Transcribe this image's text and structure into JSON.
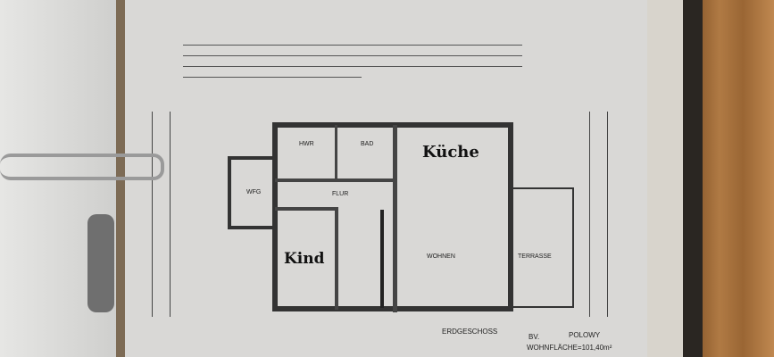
{
  "plan": {
    "rooms": {
      "kueche": "Küche",
      "kind": "Kind",
      "hwr": "HWR",
      "bad": "BAD",
      "flur": "FLUR",
      "wohnen": "WOHNEN",
      "terrasse": "TERRASSE",
      "wfg": "WFG"
    },
    "floor_title": "ERDGESCHOSS",
    "project_prefix": "BV.",
    "project_name": "POLOWY",
    "living_area": "WOHNFLÄCHE=101,40m²"
  },
  "colors": {
    "paper": "#d9d8d6",
    "wood": "#b07a44",
    "ink": "#333333"
  }
}
